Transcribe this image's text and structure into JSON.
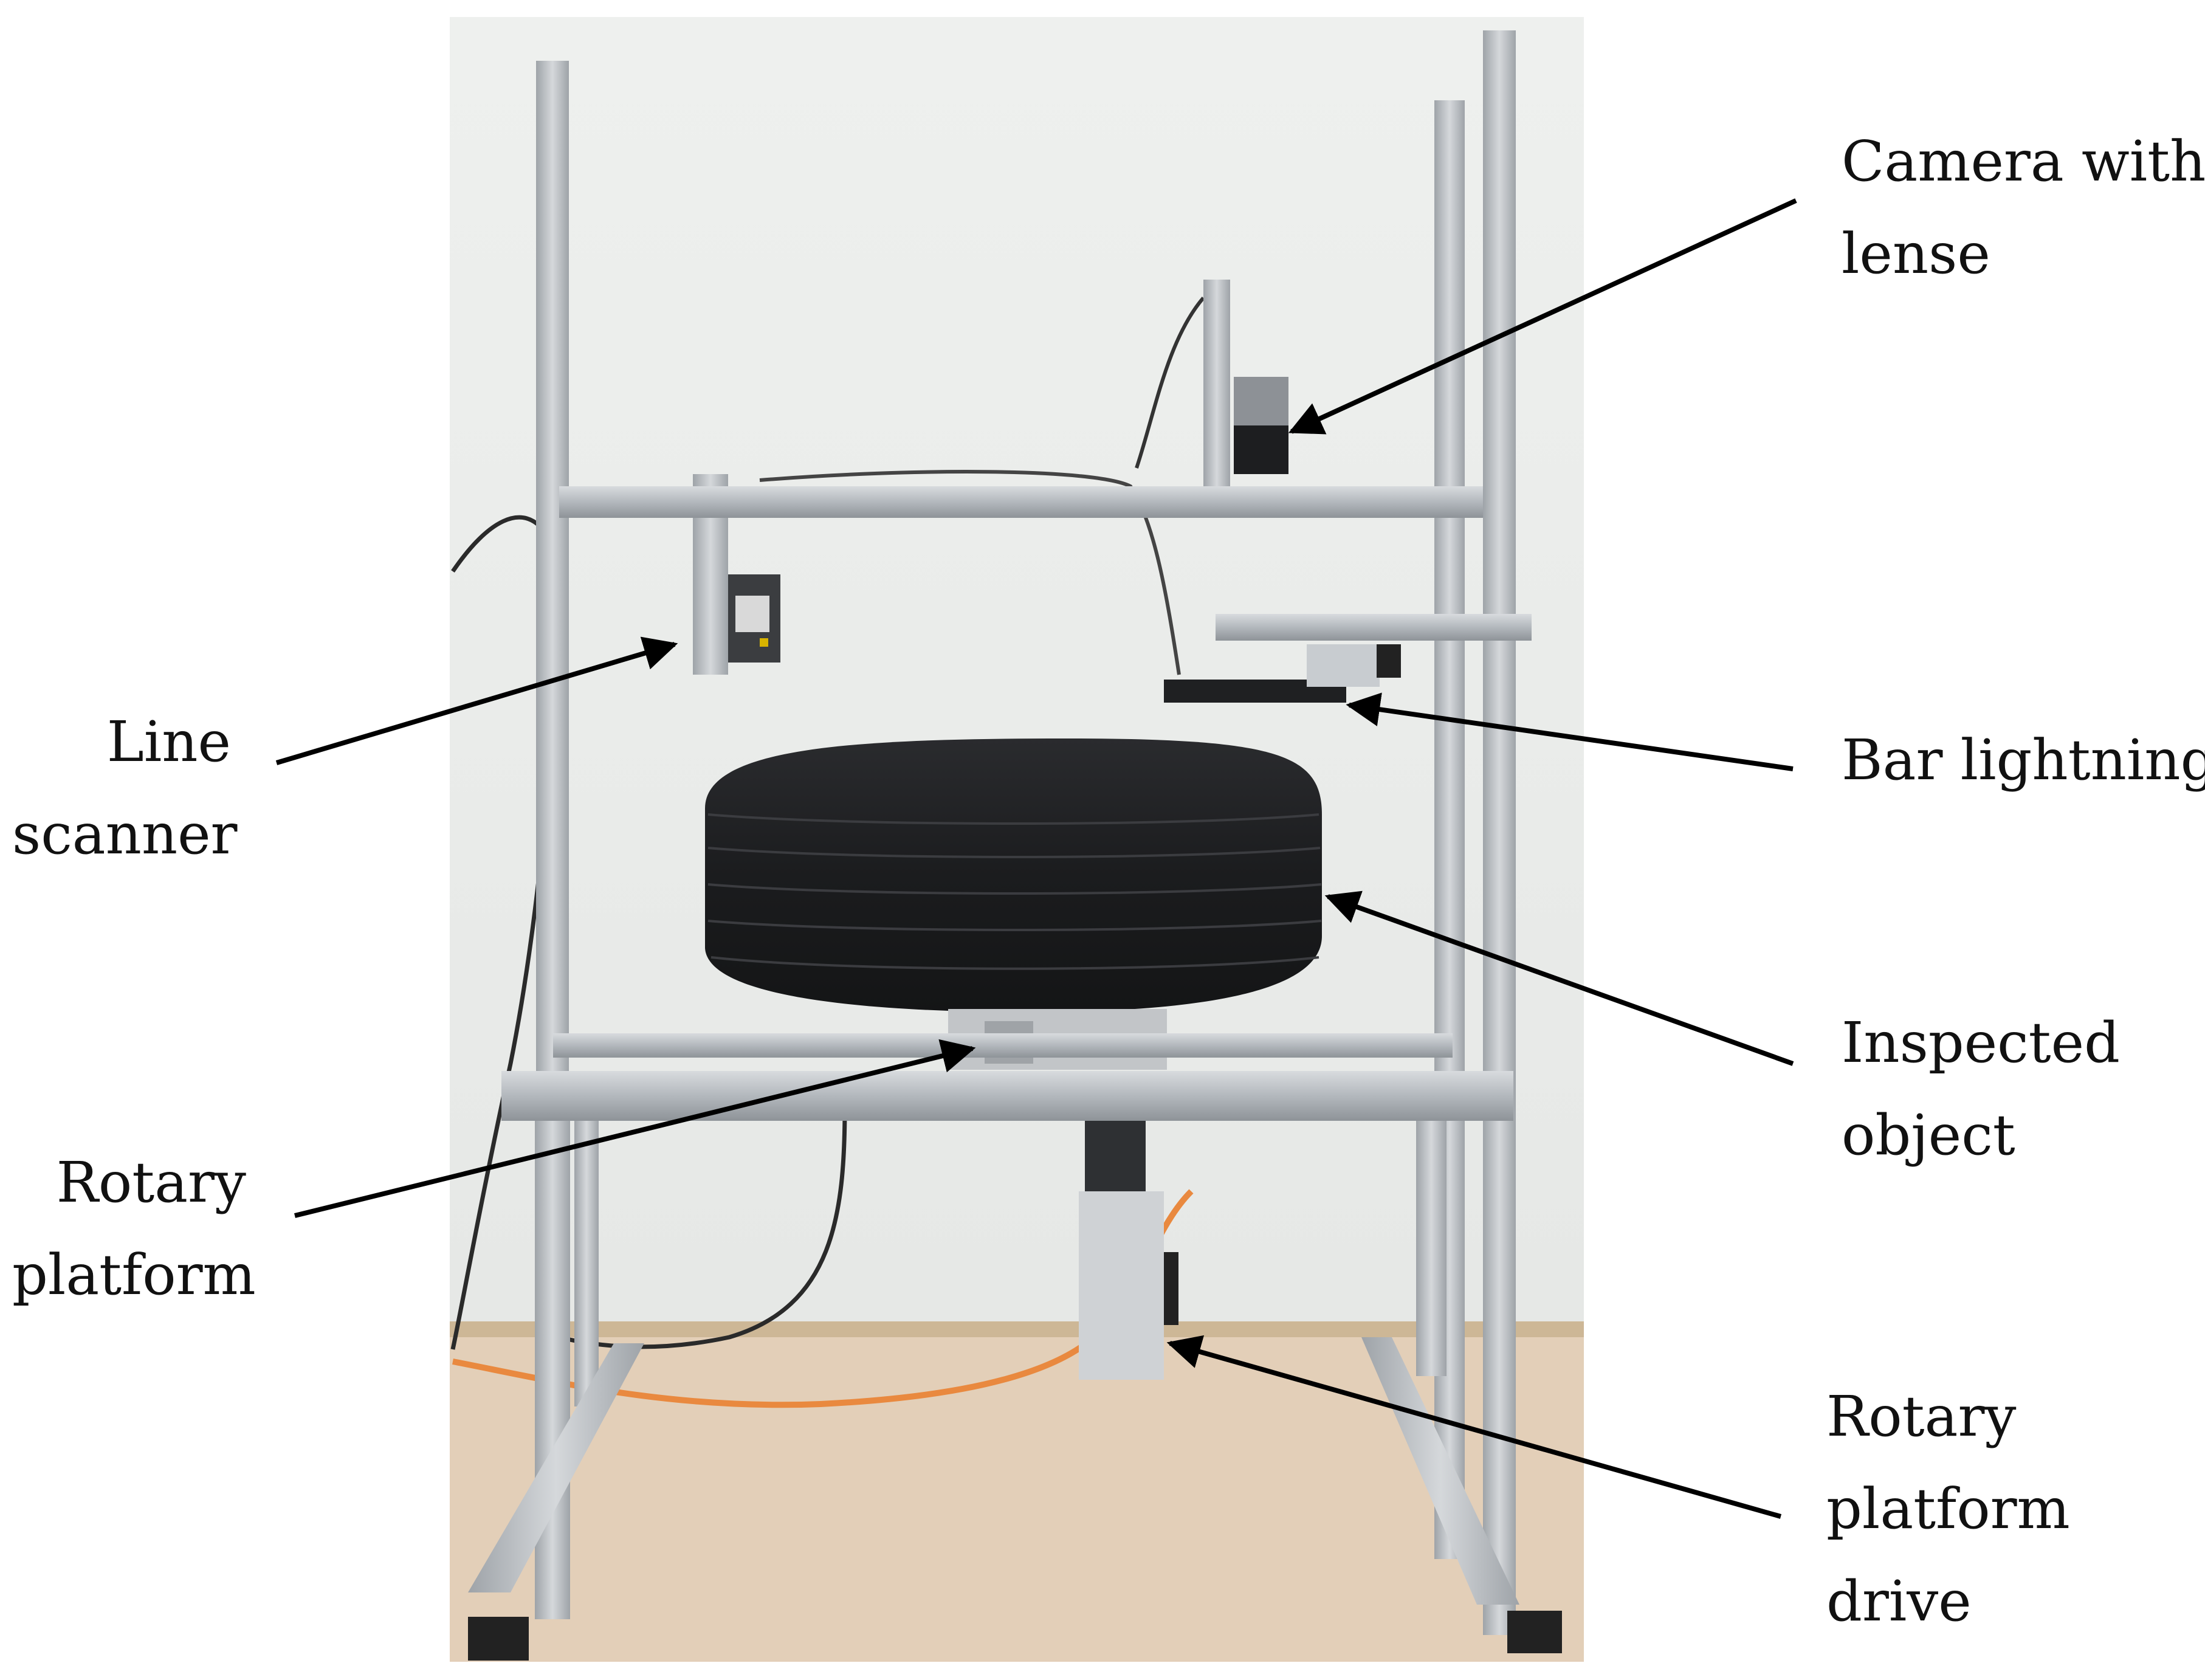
{
  "labels": {
    "camera": [
      "Camera with",
      "lense"
    ],
    "line_scanner": [
      "Line",
      "scanner"
    ],
    "bar_lightning": [
      "Bar lightning"
    ],
    "inspected_object": [
      "Inspected",
      "object"
    ],
    "rotary_platform": [
      "Rotary",
      "platform"
    ],
    "rotary_platform_drive": [
      "Rotary",
      "platform",
      "drive"
    ]
  },
  "colors": {
    "wall": "#ecedeb",
    "floor": "#e3cfb8",
    "frame": "#b7bbbf",
    "tire": "#1f2022",
    "arrow": "#000000",
    "cable_orange": "#e9893f"
  }
}
